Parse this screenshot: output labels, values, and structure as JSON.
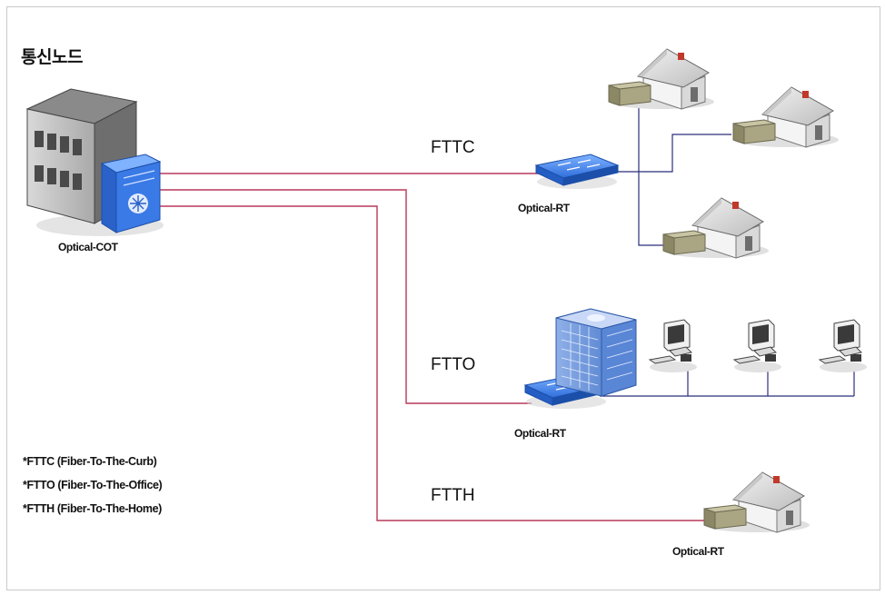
{
  "title": "통신노드",
  "nodes": {
    "central": "Optical-COT",
    "rt_curb": "Optical-RT",
    "rt_office": "Optical-RT",
    "rt_home": "Optical-RT"
  },
  "links": {
    "fttc": "FTTC",
    "ftto": "FTTO",
    "ftth": "FTTH"
  },
  "notes": [
    "*FTTC (Fiber-To-The-Curb)",
    "*FTTO (Fiber-To-The-Office)",
    "*FTTH (Fiber-To-The-Home)"
  ],
  "colors": {
    "fiber": "#b8395a",
    "copper": "#2a2e7a",
    "switch": "#2f6fdc",
    "onu": "#a8a482"
  }
}
